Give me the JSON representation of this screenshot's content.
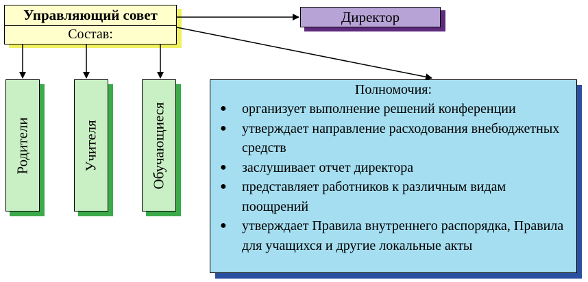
{
  "council": {
    "title": "Управляющий совет",
    "subtitle": "Состав:"
  },
  "director": {
    "label": "Директор"
  },
  "members": [
    {
      "label": "Родители"
    },
    {
      "label": "Учителя"
    },
    {
      "label": "Обучающиеся"
    }
  ],
  "powers": {
    "title": "Полномочия:",
    "items": [
      {
        "text": "организует выполнение решений конференции"
      },
      {
        "text": "утверждает направление расходования внебюджетных средств"
      },
      {
        "text": "заслушивает отчет директора"
      },
      {
        "text": "представляет работников к различным видам поощрений"
      },
      {
        "text": "утверждает Правила внутреннего распорядка, Правила для учащихся и другие локальные акты"
      }
    ]
  },
  "colors": {
    "council_fill": "#ffffcc",
    "council_shadow": "#f0f060",
    "director_fill": "#b7a3d6",
    "director_shadow": "#5e2a7e",
    "member_fill": "#c9f0c4",
    "member_shadow": "#3caa4a",
    "powers_fill": "#a5def0",
    "powers_shadow": "#2b4fa0"
  }
}
